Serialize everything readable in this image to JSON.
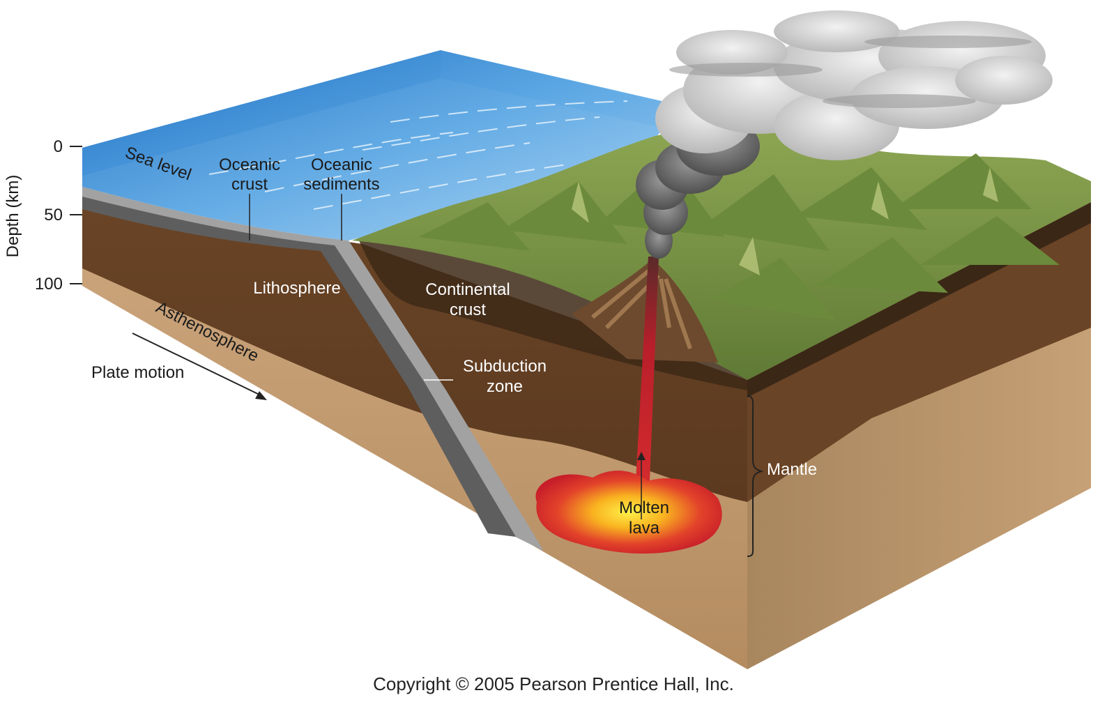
{
  "axis": {
    "title": "Depth (km)",
    "ticks": [
      "0",
      "50",
      "100"
    ]
  },
  "labels": {
    "sea_level": "Sea level",
    "oceanic_crust": [
      "Oceanic",
      "crust"
    ],
    "oceanic_sediments": [
      "Oceanic",
      "sediments"
    ],
    "lithosphere": "Lithosphere",
    "asthenosphere": "Asthenosphere",
    "plate_motion": "Plate motion",
    "continental_crust": [
      "Continental",
      "crust"
    ],
    "subduction_zone": [
      "Subduction",
      "zone"
    ],
    "mantle": "Mantle",
    "molten_lava": [
      "Molten",
      "lava"
    ]
  },
  "copyright": "Copyright © 2005 Pearson Prentice Hall, Inc.",
  "colors": {
    "ocean": "#3d8fd6",
    "oceanic_crust": "#9c9c9c",
    "lithosphere": "#6b4526",
    "asthenosphere": "#c29a6e",
    "mountains": "#7d9647",
    "magma": "#d3232a",
    "magma_core": "#ffe23a",
    "smoke": "#8a8a8a"
  }
}
